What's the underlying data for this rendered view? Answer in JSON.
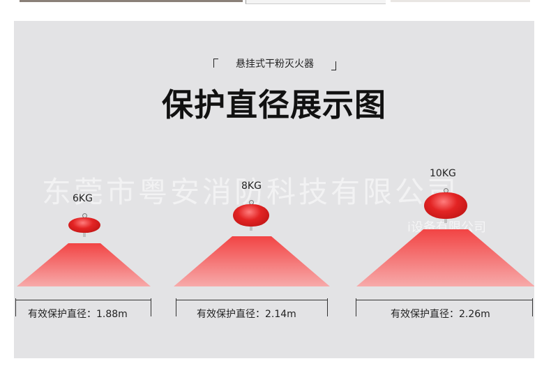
{
  "subtitle": "悬挂式干粉灭火器",
  "title": "保护直径展示图",
  "watermark": "东莞市粤安消防科技有限公司",
  "watermark_partial": "i设备有限公司",
  "units": [
    {
      "capacity": "6KG",
      "diameter_text": "有效保护直径：1.88m"
    },
    {
      "capacity": "8KG",
      "diameter_text": "有效保护直径：2.14m"
    },
    {
      "capacity": "10KG",
      "diameter_text": "有效保护直径：2.26m"
    }
  ],
  "colors": {
    "background": "#e3e3e5",
    "device_red": "#e32424",
    "cone_top": "#f24444",
    "cone_bottom": "#f7aaaa"
  }
}
